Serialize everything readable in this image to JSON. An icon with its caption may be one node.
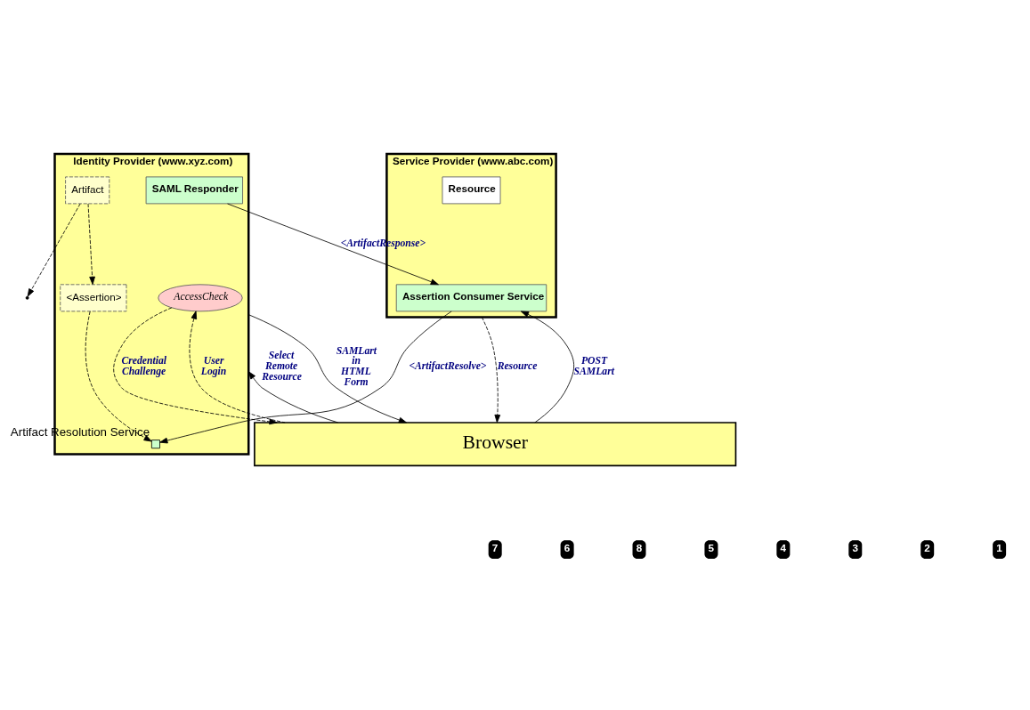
{
  "diagram": {
    "nodes": [
      {
        "text": [
          "Service Provider (www.abc.com)"
        ]
      },
      {
        "text": [
          "Resource"
        ],
        "in": 0
      },
      {
        "text": [
          "Assertion Consumer Service"
        ],
        "in": 0
      },
      {
        "text": [
          "Identity Provider (www.xyz.com)"
        ]
      },
      {
        "text": [
          "SAML Responder"
        ],
        "in": 3
      },
      {
        "text": [],
        "shape": "box",
        "beside": [
          "Artifact Resolution Service"
        ],
        "in": 3
      },
      {
        "text": [
          "<Assertion>"
        ],
        "in": 3
      },
      {
        "text": [
          "Artifact"
        ],
        "in": 3
      },
      {
        "text": [
          "AccessCheck"
        ],
        "in": 3
      },
      {
        "text": [
          "Browser"
        ]
      }
    ],
    "edges": [
      {
        "from": 8,
        "to": 9,
        "arrow": "to",
        "style": "dashed",
        "label": "Credential Challenge"
      },
      {
        "from": 9,
        "to": 8,
        "arrow": "to",
        "style": "dashed",
        "label": "User Login"
      },
      {
        "from": 9,
        "to": 3,
        "arrow": "to",
        "label": "Select Remote Resource"
      },
      {
        "from": 3,
        "to": 9,
        "arrow": "to",
        "label": "SAMLart in HTML Form"
      },
      {
        "from": 9,
        "to": 2,
        "arrow": "to",
        "label": "POST SAMLart"
      },
      {
        "from": 2,
        "to": 5,
        "arrow": "to",
        "label": "<ArtifactResolve>"
      },
      {
        "from": 4,
        "to": 2,
        "arrow": "to",
        "label": "<ArtifactResponse>"
      },
      {
        "from": 0,
        "to": 9,
        "arrow": "to",
        "style": "dashed",
        "label": "Resource"
      },
      {
        "from": 7,
        "to": 6,
        "arrow": "to",
        "style": "dashed"
      },
      {
        "from": 6,
        "to": 5,
        "arrow": "to",
        "style": "dashed"
      },
      {
        "from": 7,
        "to": null,
        "arrow": "to",
        "style": "dashed"
      }
    ],
    "labels": [
      "7",
      "6",
      "8",
      "5",
      "4",
      "3",
      "2",
      "1"
    ]
  }
}
